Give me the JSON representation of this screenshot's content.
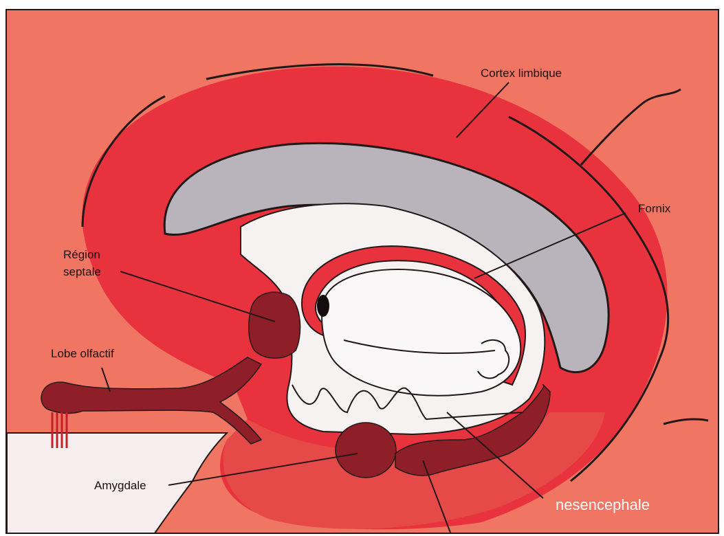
{
  "figure": {
    "labels": {
      "cortex_limbique": "Cortex limbique",
      "fornix": "Fornix",
      "region_septale_line1": "Région",
      "region_septale_line2": "septale",
      "lobe_olfactif": "Lobe olfactif",
      "amygdale": "Amygdale",
      "nesencephale": "nesencephale"
    },
    "colors": {
      "background": "#f07563",
      "limbic_red": "#e8323d",
      "dark_red": "#8e1f28",
      "grey_band": "#b9b3bb",
      "white_region": "#f6f2f2",
      "outline": "#231818"
    }
  }
}
